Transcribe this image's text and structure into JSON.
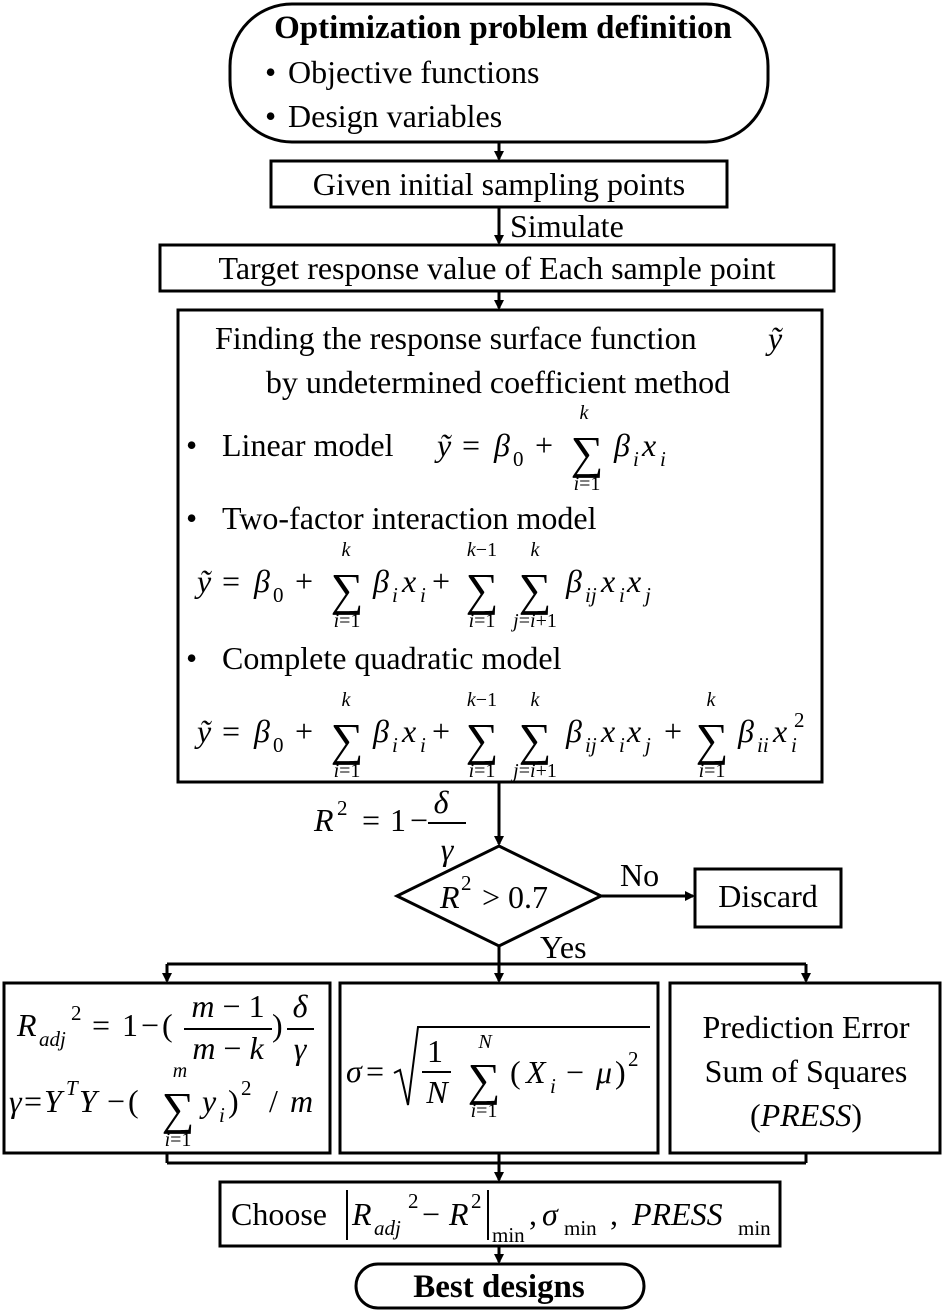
{
  "start": {
    "title": "Optimization problem definition",
    "bullets": [
      "Objective functions",
      "Design variables"
    ]
  },
  "step_sampling": "Given initial sampling points",
  "simulate_label": "Simulate",
  "step_target": "Target response value of Each sample point",
  "surface": {
    "line1": "Finding the response surface function",
    "line2": "by undetermined coefficient method",
    "models": [
      "Linear model",
      "Two-factor interaction model",
      "Complete quadratic model"
    ]
  },
  "decision": {
    "condition": "> 0.7",
    "no_label": "No",
    "yes_label": "Yes",
    "discard": "Discard"
  },
  "press_box": {
    "lines": [
      "Prediction Error",
      "Sum of Squares",
      "PRESS"
    ]
  },
  "choose_label": "Choose",
  "end": "Best designs"
}
